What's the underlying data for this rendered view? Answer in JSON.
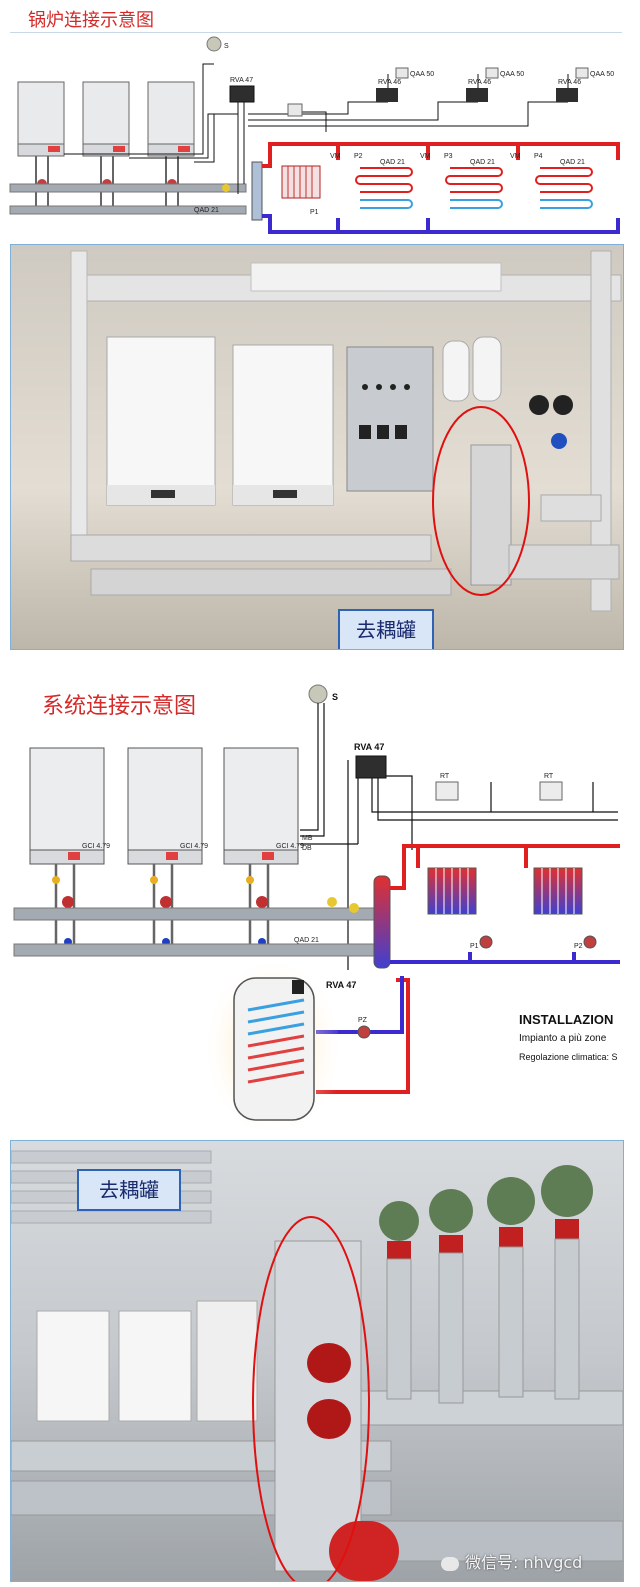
{
  "top_diagram": {
    "title": "锅炉连接示意图",
    "sensor_label": "S",
    "rva47_label": "RVA 47",
    "rva46_labels": [
      "RVA 46",
      "RVA 46",
      "RVA 46"
    ],
    "qaa_labels": [
      "QAA 50",
      "QAA 50",
      "QAA 50"
    ],
    "vm_labels": [
      "VM",
      "VM",
      "VM"
    ],
    "pump_labels": [
      "P2",
      "P3",
      "P4"
    ],
    "qad_labels": [
      "QAD 21",
      "QAD 21",
      "QAD 21"
    ],
    "qad_main": "QAD 21",
    "p1_label": "P1"
  },
  "photo1": {
    "badge": "去耦罐"
  },
  "bottom_diagram": {
    "title": "系统连接示意图",
    "sensor_label": "S",
    "rva47_top": "RVA 47",
    "rva47_tank": "RVA 47",
    "rt_labels": [
      "RT",
      "RT"
    ],
    "boiler_labels": [
      "GCI 4.79",
      "GCI 4.79",
      "GCI 4.79"
    ],
    "mb_label": "MB",
    "db_label": "DB",
    "qad_label": "QAD 21",
    "p1_label": "P1",
    "p2_label": "P2",
    "pz_label": "PZ",
    "install_title": "INSTALLAZION",
    "install_sub": "Impianto a più zone",
    "install_reg": "Regolazione climatica: S"
  },
  "photo2": {
    "badge": "去耦罐",
    "watermark": "微信号: nhvgcd"
  },
  "colors": {
    "title_red": "#d42a2a",
    "pipe_red": "#e02020",
    "pipe_blue": "#3a2ad0",
    "pipe_grey": "#9aa0a8",
    "badge_border": "#2d62b4",
    "ellipse_red": "#e01010"
  }
}
